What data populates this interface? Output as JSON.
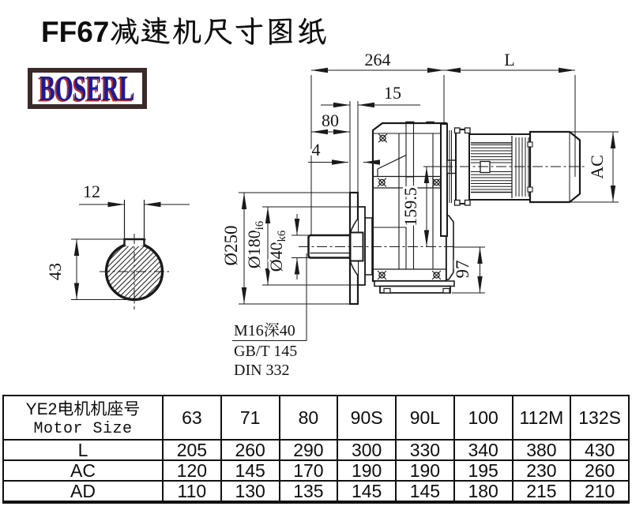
{
  "header": {
    "model": "FF67",
    "title": "减速机尺寸图纸"
  },
  "logo": {
    "text": "BOSERL"
  },
  "dims": {
    "overall_length": "264",
    "motor_length": "L",
    "flange_offset": "15",
    "shaft_to_flange": "80",
    "flange_gap": "4",
    "motor_diameter": "AC",
    "axis_distance": "159.5",
    "foot_height": "97",
    "flange_diameter": "Ø250",
    "spigot_diameter": "Ø180",
    "spigot_fit": "i6",
    "shaft_diameter": "Ø40",
    "shaft_fit": "k6",
    "key_width": "12",
    "key_depth": "43"
  },
  "notes": {
    "tap_hole": "M16深40",
    "standard_gb": "GB/T 145",
    "standard_din": "DIN 332"
  },
  "table": {
    "header_cn": "YE2电机机座号",
    "header_en": "Motor Size",
    "columns": [
      "63",
      "71",
      "80",
      "90S",
      "90L",
      "100",
      "112M",
      "132S"
    ],
    "rows": [
      {
        "label": "L",
        "values": [
          "205",
          "260",
          "290",
          "300",
          "330",
          "340",
          "380",
          "430"
        ]
      },
      {
        "label": "AC",
        "values": [
          "120",
          "145",
          "170",
          "190",
          "190",
          "195",
          "230",
          "260"
        ]
      },
      {
        "label": "AD",
        "values": [
          "110",
          "130",
          "135",
          "145",
          "145",
          "180",
          "215",
          "210"
        ]
      }
    ]
  }
}
